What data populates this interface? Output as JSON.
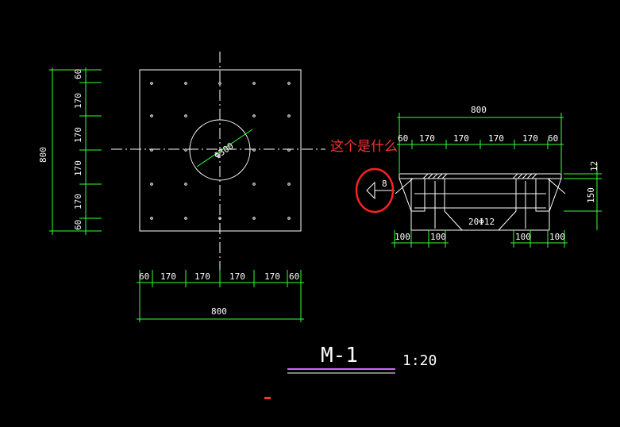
{
  "colors": {
    "background": "#000000",
    "dimension_green": "#33ff33",
    "outline_white": "#ffffff",
    "annotation_red": "#ff2020",
    "title_underline": "#cc66ff"
  },
  "plan": {
    "circle_label": "Φ300",
    "left_dims": [
      "60",
      "170",
      "170",
      "170",
      "170",
      "60"
    ],
    "left_total": "800",
    "bottom_dims": [
      "60",
      "170",
      "170",
      "170",
      "170",
      "60"
    ],
    "bottom_total": "800"
  },
  "section": {
    "top_total": "800",
    "top_dims": [
      "60",
      "170",
      "170",
      "170",
      "170",
      "60"
    ],
    "right_dims": [
      "12",
      "150"
    ],
    "bottom_dims": [
      "100",
      "100",
      "100",
      "100"
    ],
    "rebar_label": "20Φ12",
    "marker_number": "8"
  },
  "annotation": {
    "question": "这个是什么"
  },
  "title": {
    "name": "M-1",
    "scale": "1:20"
  }
}
